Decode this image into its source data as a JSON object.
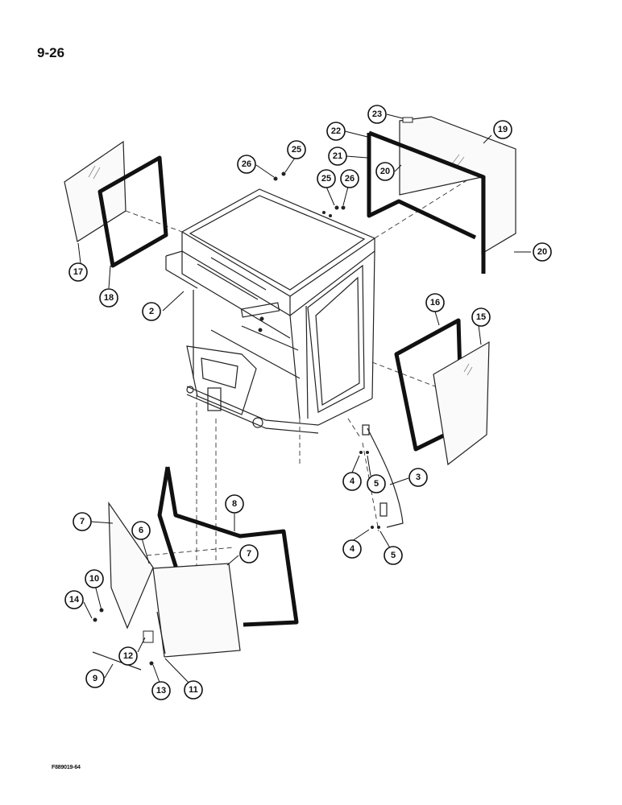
{
  "page_number": "9-26",
  "figure_code": "F889019-64",
  "callouts": [
    {
      "id": "c2",
      "label": "2"
    },
    {
      "id": "c3",
      "label": "3"
    },
    {
      "id": "c4a",
      "label": "4"
    },
    {
      "id": "c4b",
      "label": "4"
    },
    {
      "id": "c5a",
      "label": "5"
    },
    {
      "id": "c5b",
      "label": "5"
    },
    {
      "id": "c6",
      "label": "6"
    },
    {
      "id": "c7a",
      "label": "7"
    },
    {
      "id": "c7b",
      "label": "7"
    },
    {
      "id": "c8",
      "label": "8"
    },
    {
      "id": "c9",
      "label": "9"
    },
    {
      "id": "c10",
      "label": "10"
    },
    {
      "id": "c11",
      "label": "11"
    },
    {
      "id": "c12",
      "label": "12"
    },
    {
      "id": "c13",
      "label": "13"
    },
    {
      "id": "c14",
      "label": "14"
    },
    {
      "id": "c15",
      "label": "15"
    },
    {
      "id": "c16",
      "label": "16"
    },
    {
      "id": "c17",
      "label": "17"
    },
    {
      "id": "c18",
      "label": "18"
    },
    {
      "id": "c19",
      "label": "19"
    },
    {
      "id": "c20a",
      "label": "20"
    },
    {
      "id": "c20b",
      "label": "20"
    },
    {
      "id": "c21",
      "label": "21"
    },
    {
      "id": "c22",
      "label": "22"
    },
    {
      "id": "c23",
      "label": "23"
    },
    {
      "id": "c25a",
      "label": "25"
    },
    {
      "id": "c25b",
      "label": "25"
    },
    {
      "id": "c26a",
      "label": "26"
    },
    {
      "id": "c26b",
      "label": "26"
    }
  ]
}
